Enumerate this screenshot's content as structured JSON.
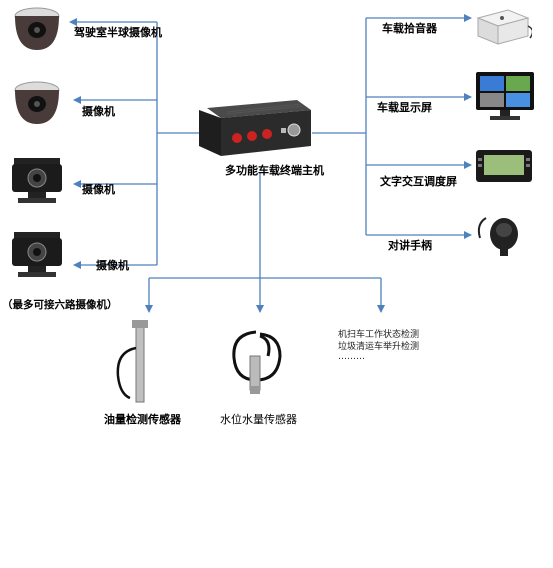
{
  "host": {
    "label": "多功能车载终端主机"
  },
  "cameras": [
    {
      "label": "驾驶室半球摄像机",
      "icon": "dome-camera-icon"
    },
    {
      "label": "摄像机",
      "icon": "dome-camera-icon"
    },
    {
      "label": "摄像机",
      "icon": "bullet-camera-icon"
    },
    {
      "label": "摄像机",
      "icon": "bullet-camera-icon"
    }
  ],
  "camera_note": "（最多可接六路摄像机）",
  "right_devices": [
    {
      "label": "车载拾音器",
      "icon": "microphone-pickup-icon"
    },
    {
      "label": "车载显示屏",
      "icon": "monitor-icon"
    },
    {
      "label": "文字交互调度屏",
      "icon": "dispatch-screen-icon"
    },
    {
      "label": "对讲手柄",
      "icon": "handset-mic-icon"
    }
  ],
  "sensors": [
    {
      "label": "油量检测传感器",
      "icon": "fuel-sensor-icon"
    },
    {
      "label": "水位水量传感器",
      "icon": "water-level-sensor-icon"
    }
  ],
  "extra_detection": {
    "lines": [
      "机扫车工作状态检测",
      "垃圾清运车举升检测",
      "………"
    ]
  },
  "colors": {
    "wire": "#4f81bd",
    "device_dark": "#2b2b2b",
    "led_red": "#cc2222"
  }
}
